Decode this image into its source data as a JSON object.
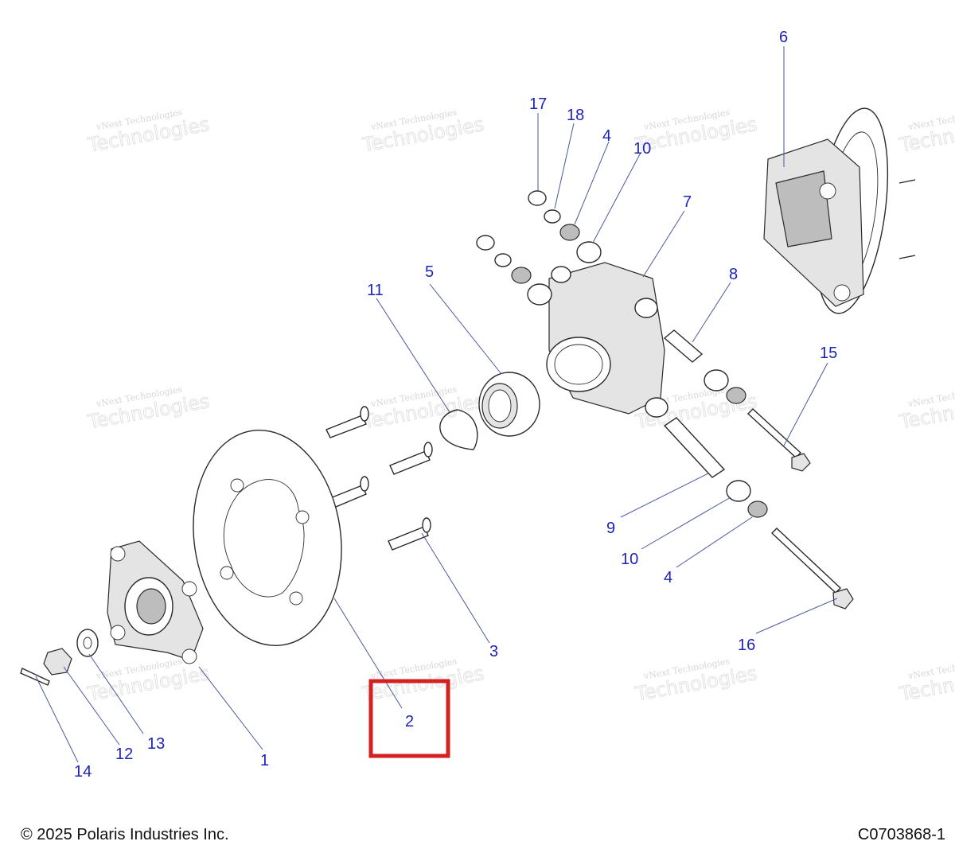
{
  "callouts": [
    "1",
    "2",
    "3",
    "4",
    "4",
    "5",
    "6",
    "7",
    "8",
    "9",
    "10",
    "10",
    "11",
    "12",
    "13",
    "14",
    "15",
    "16",
    "17",
    "18"
  ],
  "watermark": {
    "line1": "vNext Technologies",
    "line2": "Technologies",
    "small": "vNext"
  },
  "highlight_color": "#d42020",
  "callout_color": "#1f24b8",
  "footer": {
    "copyright": "© 2025 Polaris Industries Inc.",
    "diagram_id": "C0703868-1"
  }
}
